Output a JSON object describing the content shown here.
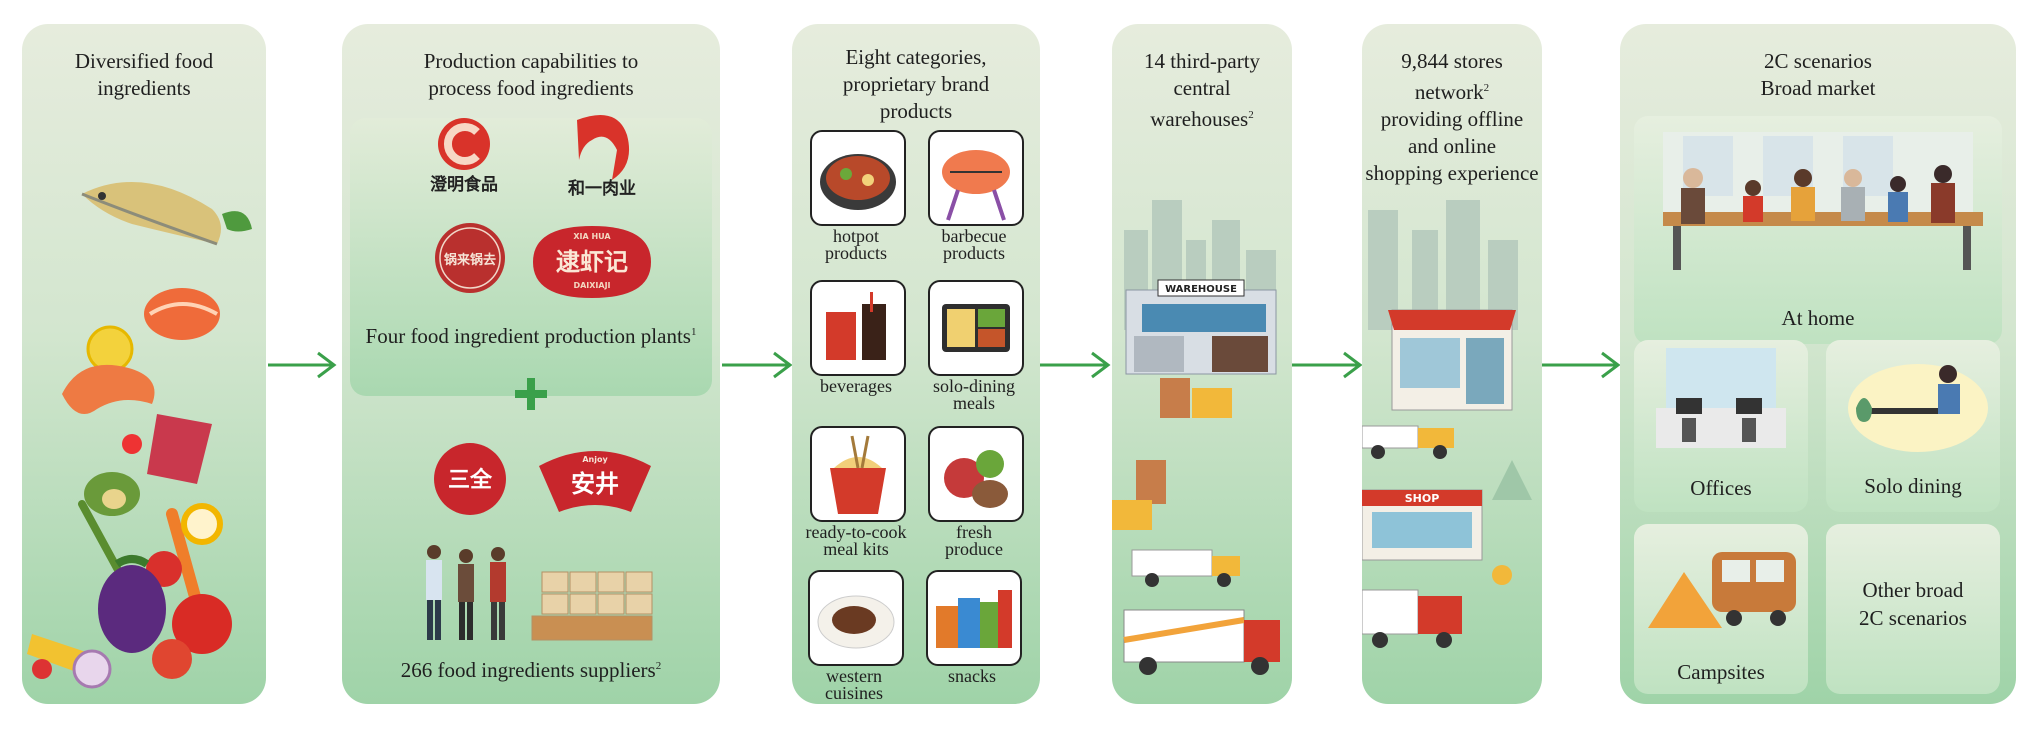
{
  "stages": {
    "ingredients": {
      "title_line1": "Diversified food",
      "title_line2": "ingredients"
    },
    "production": {
      "title_line1": "Production capabilities to",
      "title_line2": "process food ingredients",
      "plants_label": "Four food ingredient production plants",
      "plants_sup": "1",
      "suppliers_label": "266 food ingredients suppliers",
      "suppliers_sup": "2",
      "logos": {
        "a_text": "澄明食品",
        "b_text": "和一肉业",
        "c_text": "锅来锅去",
        "d_text": "逮虾记",
        "d_top": "XIA HUA",
        "d_bottom": "DAIXIAJI",
        "e_text": "三全",
        "f_text": "安井",
        "f_top": "Anjoy"
      }
    },
    "products": {
      "title_line1": "Eight categories,",
      "title_line2": "proprietary brand",
      "title_line3": "products",
      "items": [
        {
          "line1": "hotpot",
          "line2": "products"
        },
        {
          "line1": "barbecue",
          "line2": "products"
        },
        {
          "line1": "beverages",
          "line2": ""
        },
        {
          "line1": "solo-dining",
          "line2": "meals"
        },
        {
          "line1": "ready-to-cook",
          "line2": "meal kits"
        },
        {
          "line1": "fresh",
          "line2": "produce"
        },
        {
          "line1": "western",
          "line2": "cuisines"
        },
        {
          "line1": "snacks",
          "line2": ""
        }
      ]
    },
    "warehouses": {
      "title_line1": "14 third-party",
      "title_line2": "central",
      "title_line3": "warehouses",
      "title_sup": "2",
      "sign": "WAREHOUSE"
    },
    "stores": {
      "title_line1": "9,844 stores",
      "title_line2": "network",
      "title_sup": "2",
      "title_line3": "providing offline",
      "title_line4": "and online",
      "title_line5": "shopping experience",
      "shop_sign": "SHOP"
    },
    "scenarios": {
      "title_line1": "2C scenarios",
      "title_line2": "Broad market",
      "home": "At home",
      "offices": "Offices",
      "solo": "Solo dining",
      "campsites": "Campsites",
      "other_line1": "Other broad",
      "other_line2": "2C scenarios"
    }
  },
  "colors": {
    "arrow": "#3aa04a",
    "plus": "#3aa04a",
    "logo_red": "#c8262c"
  }
}
